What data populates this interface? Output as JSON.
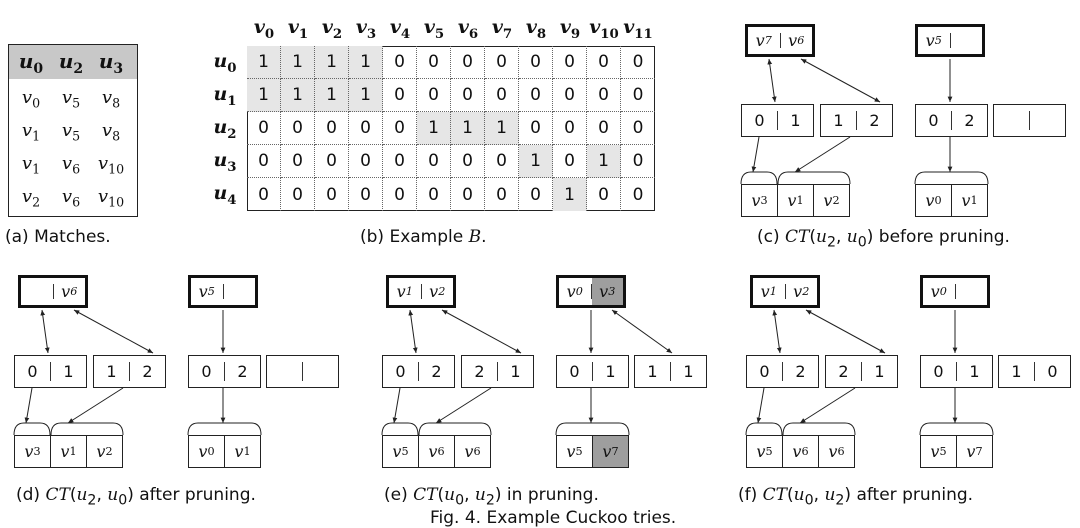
{
  "figure_caption": "Fig. 4.  Example Cuckoo tries.",
  "panel_a": {
    "caption": "(a) Matches.",
    "headers": [
      "u0",
      "u2",
      "u3"
    ],
    "rows": [
      [
        "v0",
        "v5",
        "v8"
      ],
      [
        "v1",
        "v5",
        "v8"
      ],
      [
        "v1",
        "v6",
        "v10"
      ],
      [
        "v2",
        "v6",
        "v10"
      ]
    ]
  },
  "panel_b": {
    "caption": "(b) Example B.",
    "col_headers": [
      "v0",
      "v1",
      "v2",
      "v3",
      "v4",
      "v5",
      "v6",
      "v7",
      "v8",
      "v9",
      "v10",
      "v11"
    ],
    "row_headers": [
      "u0",
      "u1",
      "u2",
      "u3",
      "u4"
    ],
    "matrix": [
      [
        1,
        1,
        1,
        1,
        0,
        0,
        0,
        0,
        0,
        0,
        0,
        0
      ],
      [
        1,
        1,
        1,
        1,
        0,
        0,
        0,
        0,
        0,
        0,
        0,
        0
      ],
      [
        0,
        0,
        0,
        0,
        0,
        1,
        1,
        1,
        0,
        0,
        0,
        0
      ],
      [
        0,
        0,
        0,
        0,
        0,
        0,
        0,
        0,
        1,
        0,
        1,
        0
      ],
      [
        0,
        0,
        0,
        0,
        0,
        0,
        0,
        0,
        0,
        1,
        0,
        0
      ]
    ],
    "shaded_cells": [
      [
        0,
        0
      ],
      [
        0,
        1
      ],
      [
        0,
        2
      ],
      [
        0,
        3
      ],
      [
        1,
        0
      ],
      [
        1,
        1
      ],
      [
        1,
        2
      ],
      [
        1,
        3
      ],
      [
        2,
        5
      ],
      [
        2,
        6
      ],
      [
        2,
        7
      ],
      [
        3,
        8
      ],
      [
        3,
        10
      ],
      [
        4,
        9
      ]
    ]
  },
  "panel_c": {
    "caption": "(c) CT(u2, u0) before pruning.",
    "top_left": [
      "v7",
      "v6"
    ],
    "top_right": [
      "v5",
      ""
    ],
    "mid_left": [
      [
        "0",
        "1"
      ],
      [
        "1",
        "2"
      ]
    ],
    "mid_right": [
      [
        "0",
        "2"
      ],
      [
        "",
        ""
      ]
    ],
    "leaf_left": [
      "v3",
      "v1",
      "v2"
    ],
    "leaf_right": [
      "v0",
      "v1"
    ]
  },
  "panel_d": {
    "caption": "(d) CT(u2, u0) after pruning.",
    "top_left": [
      "",
      "v6"
    ],
    "top_right": [
      "v5",
      ""
    ],
    "mid_left": [
      [
        "0",
        "1"
      ],
      [
        "1",
        "2"
      ]
    ],
    "mid_right": [
      [
        "0",
        "2"
      ],
      [
        "",
        ""
      ]
    ],
    "leaf_left": [
      "v3",
      "v1",
      "v2"
    ],
    "leaf_right": [
      "v0",
      "v1"
    ]
  },
  "panel_e": {
    "caption": "(e) CT(u0, u2) in pruning.",
    "top_left": [
      "v1",
      "v2"
    ],
    "top_right": [
      "v0",
      "v3"
    ],
    "mid_left": [
      [
        "0",
        "2"
      ],
      [
        "2",
        "1"
      ]
    ],
    "mid_right": [
      [
        "0",
        "1"
      ],
      [
        "1",
        "1"
      ]
    ],
    "leaf_left": [
      "v5",
      "v6",
      "v6"
    ],
    "leaf_right": [
      "v5",
      "v7"
    ]
  },
  "panel_f": {
    "caption": "(f) CT(u0, u2) after pruning.",
    "top_left": [
      "v1",
      "v2"
    ],
    "top_right": [
      "v0",
      ""
    ],
    "mid_left": [
      [
        "0",
        "2"
      ],
      [
        "2",
        "1"
      ]
    ],
    "mid_right": [
      [
        "0",
        "1"
      ],
      [
        "1",
        "0"
      ]
    ],
    "leaf_left": [
      "v5",
      "v6",
      "v6"
    ],
    "leaf_right": [
      "v5",
      "v7"
    ]
  },
  "colors": {
    "shade_dark": "#9e9e9e",
    "shade_light": "#e6e6e6",
    "header_bg": "#c8c8c8"
  }
}
